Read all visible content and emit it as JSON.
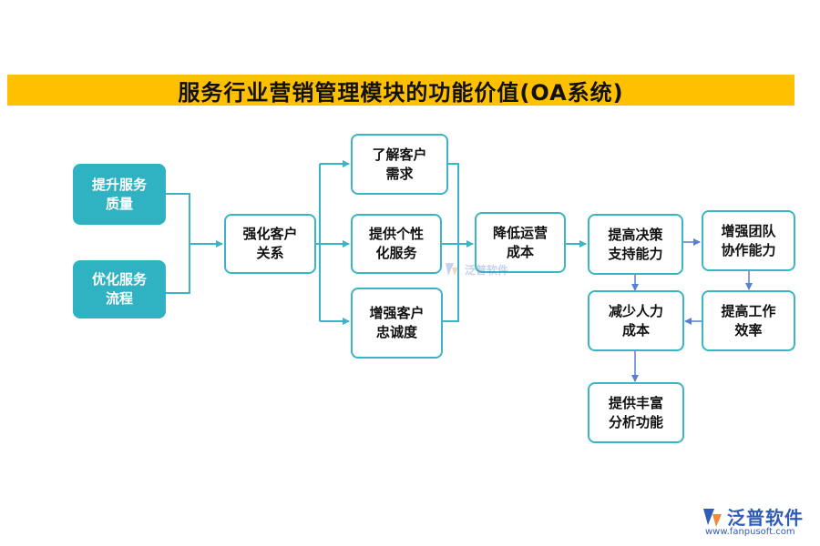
{
  "title": "服务行业营销管理模块的功能价值(OA系统)",
  "nodes": {
    "improve_quality": "提升服务\n质量",
    "optimize_process": "优化服务\n流程",
    "strengthen_relations": "强化客户\n关系",
    "understand_needs": "了解客户\n需求",
    "personalized_service": "提供个性\n化服务",
    "loyalty": "增强客户\n忠诚度",
    "reduce_cost": "降低运营\n成本",
    "decision_support": "提高决策\n支持能力",
    "team_collaboration": "增强团队\n协作能力",
    "work_efficiency": "提高工作\n效率",
    "reduce_labor": "减少人力\n成本",
    "analysis": "提供丰富\n分析功能"
  },
  "watermark": {
    "text": "泛普软件"
  },
  "logo": {
    "name": "泛普软件",
    "url": "www.fanpusoft.com"
  },
  "colors": {
    "accent": "#2fb2c2",
    "title_bg": "#ffc000",
    "arrow_blue": "#5b7fd0",
    "brand": "#2e5cb8"
  }
}
